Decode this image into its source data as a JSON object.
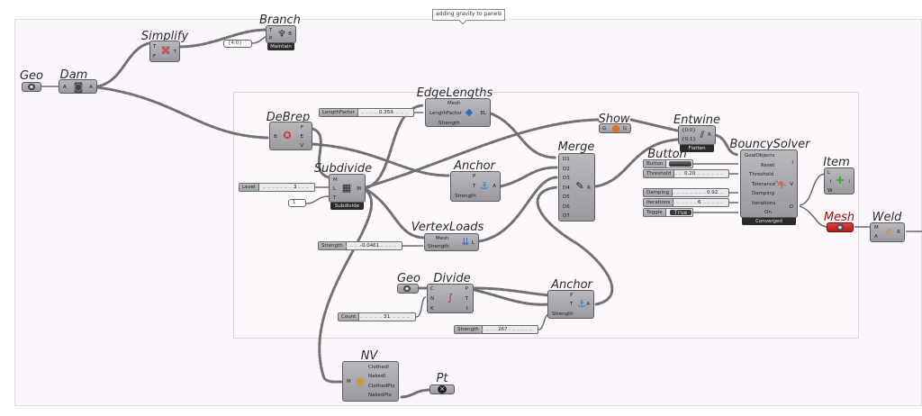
{
  "canvas": {
    "group_label": "adding gravity to panels"
  },
  "components": {
    "geo_main": {
      "nickname": "Geo"
    },
    "dam": {
      "nickname": "Dam",
      "inputs": [
        "A"
      ],
      "outputs": [
        "A"
      ]
    },
    "simplify": {
      "nickname": "Simplify",
      "inputs": [
        "T",
        "F"
      ],
      "outputs": [
        "T"
      ]
    },
    "branch": {
      "nickname": "Branch",
      "inputs": [
        "T",
        "P"
      ],
      "outputs": [
        "B"
      ],
      "badge": "Maintain"
    },
    "branch_panel": {
      "value": "{4;0}"
    },
    "debrep": {
      "nickname": "DeBrep",
      "inputs": [
        "B"
      ],
      "outputs": [
        "F",
        "E",
        "V"
      ]
    },
    "edgelengths": {
      "nickname": "EdgeLengths",
      "inputs": [
        "Mesh",
        "LengthFactor",
        "Strength"
      ],
      "outputs": [
        "EL"
      ]
    },
    "subdivide": {
      "nickname": "Subdivide",
      "inputs": [
        "M",
        "L",
        "T"
      ],
      "outputs": [
        "M"
      ],
      "badge": "Subdivide"
    },
    "anchor1": {
      "nickname": "Anchor",
      "inputs": [
        "P",
        "T",
        "Strength"
      ],
      "outputs": [
        "A"
      ]
    },
    "vertexloads": {
      "nickname": "VertexLoads",
      "inputs": [
        "Mesh",
        "Strength"
      ],
      "outputs": [
        "L"
      ]
    },
    "show": {
      "nickname": "Show",
      "inputs": [
        "G"
      ],
      "outputs": [
        "G"
      ]
    },
    "merge": {
      "nickname": "Merge",
      "inputs": [
        "D1",
        "D2",
        "D3",
        "D4",
        "D5",
        "D6",
        "D7"
      ],
      "outputs": [
        "R"
      ]
    },
    "entwine": {
      "nickname": "Entwine",
      "inputs": [
        "{0;0}",
        "{0;1}"
      ],
      "outputs": [
        "R"
      ],
      "badge": "Flatten"
    },
    "button": {
      "nickname": "Button",
      "label": "Button"
    },
    "bouncysolver": {
      "nickname": "BouncySolver",
      "inputs": [
        "GoalObjects",
        "Reset",
        "Threshold",
        "Tolerance",
        "Damping",
        "Iterations",
        "On"
      ],
      "outputs": [
        "I",
        "V",
        "O"
      ],
      "badge": "Converged"
    },
    "item": {
      "nickname": "Item",
      "inputs": [
        "L",
        "i",
        "W"
      ],
      "outputs": [
        "i"
      ]
    },
    "mesh": {
      "nickname": "Mesh"
    },
    "weld": {
      "nickname": "Weld",
      "inputs": [
        "M",
        "A"
      ],
      "outputs": [
        "R"
      ]
    },
    "geo_divide": {
      "nickname": "Geo"
    },
    "divide": {
      "nickname": "Divide",
      "inputs": [
        "C",
        "N",
        "K"
      ],
      "outputs": [
        "P",
        "T",
        "t"
      ]
    },
    "anchor2": {
      "nickname": "Anchor",
      "inputs": [
        "P",
        "T",
        "Strength"
      ],
      "outputs": [
        "A"
      ]
    },
    "nv": {
      "nickname": "NV",
      "inputs": [
        "M"
      ],
      "outputs": [
        "ClothedI",
        "NakedI",
        "ClothedPts",
        "NakedPts"
      ]
    },
    "pt": {
      "nickname": "Pt"
    }
  },
  "sliders": {
    "lengthfactor": {
      "label": "LengthFactor",
      "value": "0.359"
    },
    "level": {
      "label": "Level",
      "value": "3"
    },
    "vl_strength": {
      "label": "Strength",
      "value": "-0.0461"
    },
    "threshold": {
      "label": "Threshold",
      "value": "0.20"
    },
    "damping": {
      "label": "Damping",
      "value": "0.92"
    },
    "iterations": {
      "label": "Iterations",
      "value": "6"
    },
    "count": {
      "label": "Count",
      "value": "31"
    },
    "anchor_strength": {
      "label": "Strength",
      "value": "267"
    }
  },
  "panels": {
    "subdivide_t": {
      "value": "1"
    }
  },
  "toggle": {
    "label": "Toggle",
    "value": "True"
  }
}
